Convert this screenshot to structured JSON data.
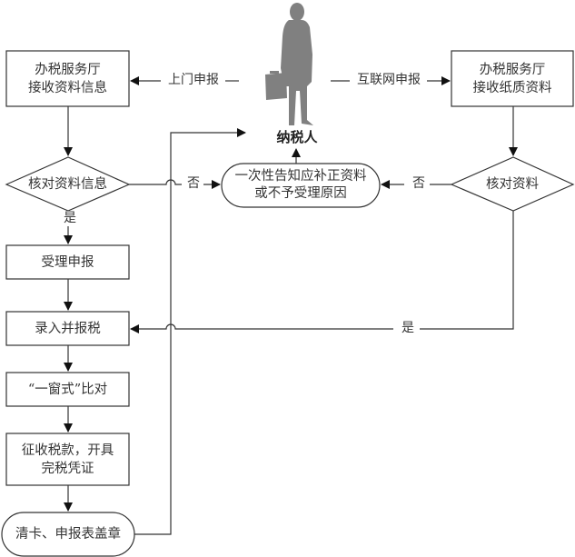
{
  "diagram": {
    "title": "",
    "actor": {
      "label": "纳税人",
      "icon": "businessman-with-briefcase-silhouette"
    },
    "nodes": {
      "hall_receive_info": {
        "line1": "办税服务厅",
        "line2": "接收资料信息"
      },
      "hall_receive_paper": {
        "line1": "办税服务厅",
        "line2": "接收纸质资料"
      },
      "check_info": {
        "label": "核对资料信息"
      },
      "check_material": {
        "label": "核对资料"
      },
      "notify": {
        "line1": "一次性告知应补正资料",
        "line2": "或不予受理原因"
      },
      "accept": {
        "label": "受理申报"
      },
      "enter_declare": {
        "label": "录入并报税"
      },
      "one_window": {
        "label": "“一窗式”比对"
      },
      "collect": {
        "line1": "征收税款，开具",
        "line2": "完税凭证"
      },
      "clear_card": {
        "label": "清卡、申报表盖章"
      }
    },
    "edges": {
      "onsite": "上门申报",
      "internet": "互联网申报",
      "no_left": "否",
      "no_right": "否",
      "yes_left": "是",
      "yes_right": "是"
    },
    "colors": {
      "line": "#333333",
      "silhouette": "#808080",
      "background": "#ffffff"
    }
  }
}
